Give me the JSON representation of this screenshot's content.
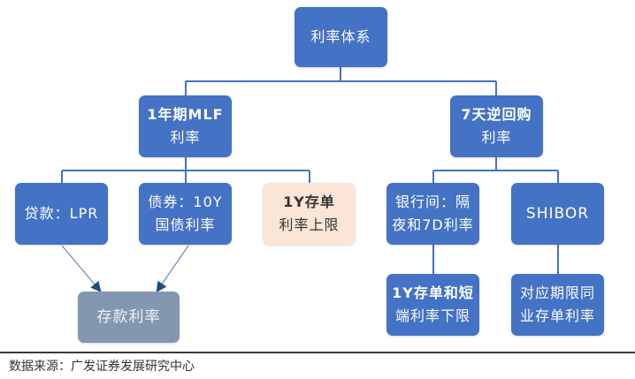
{
  "diagram": {
    "root": {
      "line1": "利率体系"
    },
    "level1": {
      "mlf": {
        "line1": "1年期MLF",
        "line2": "利率"
      },
      "repo7d": {
        "line1": "7天逆回购",
        "line2": "利率"
      }
    },
    "level2": {
      "lpr": {
        "line1": "贷款：LPR"
      },
      "bond": {
        "line1": "债券：10Y",
        "line2": "国债利率"
      },
      "cd_upper": {
        "line1": "1Y存单",
        "line2": "利率上限"
      },
      "interbank": {
        "line1": "银行间：隔",
        "line2": "夜和7D利率"
      },
      "shibor": {
        "line1": "SHIBOR"
      }
    },
    "level3": {
      "deposit": {
        "line1": "存款利率"
      },
      "cd_lower": {
        "line1": "1Y存单和短",
        "line2": "端利率下限"
      },
      "ncd_rate": {
        "line1": "对应期限同",
        "line2": "业存单利率"
      }
    },
    "colors": {
      "box_blue": "#4472c4",
      "box_peach": "#fbe5d6",
      "box_gray": "#8497b0",
      "connector": "#4472c4"
    }
  },
  "footer": {
    "source": "数据来源：广发证券发展研究中心"
  }
}
